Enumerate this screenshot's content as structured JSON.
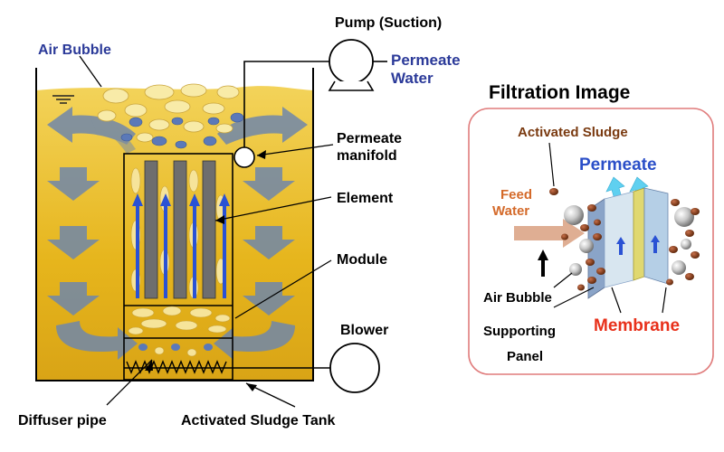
{
  "labels": {
    "air_bubble": "Air Bubble",
    "pump_suction": "Pump (Suction)",
    "permeate_water_line1": "Permeate",
    "permeate_water_line2": "Water",
    "permeate_manifold_line1": "Permeate",
    "permeate_manifold_line2": "manifold",
    "element": "Element",
    "module": "Module",
    "blower": "Blower",
    "diffuser_pipe": "Diffuser pipe",
    "activated_sludge_tank": "Activated Sludge Tank"
  },
  "filtration": {
    "title": "Filtration Image",
    "activated_sludge": "Activated Sludge",
    "permeate": "Permeate",
    "feed_water_line1": "Feed",
    "feed_water_line2": "Water",
    "air_bubble": "Air Bubble",
    "supporting_panel_line1": "Supporting",
    "supporting_panel_line2": "Panel",
    "membrane": "Membrane"
  },
  "colors": {
    "sludge": "#e8b81a",
    "sludge_light": "#f7dc7a",
    "bubble": "#f6e49a",
    "bubble_blue": "#5b79b8",
    "flow_arrow": "#6f86a8",
    "membrane_element": "#707070",
    "blue_text": "#2b3a99",
    "red_text": "#e8301a",
    "brown_text": "#7a3a10",
    "feed_orange": "#d46a2a",
    "box_border": "#e07c7c",
    "permeate_cyan": "#5fd0f0"
  }
}
